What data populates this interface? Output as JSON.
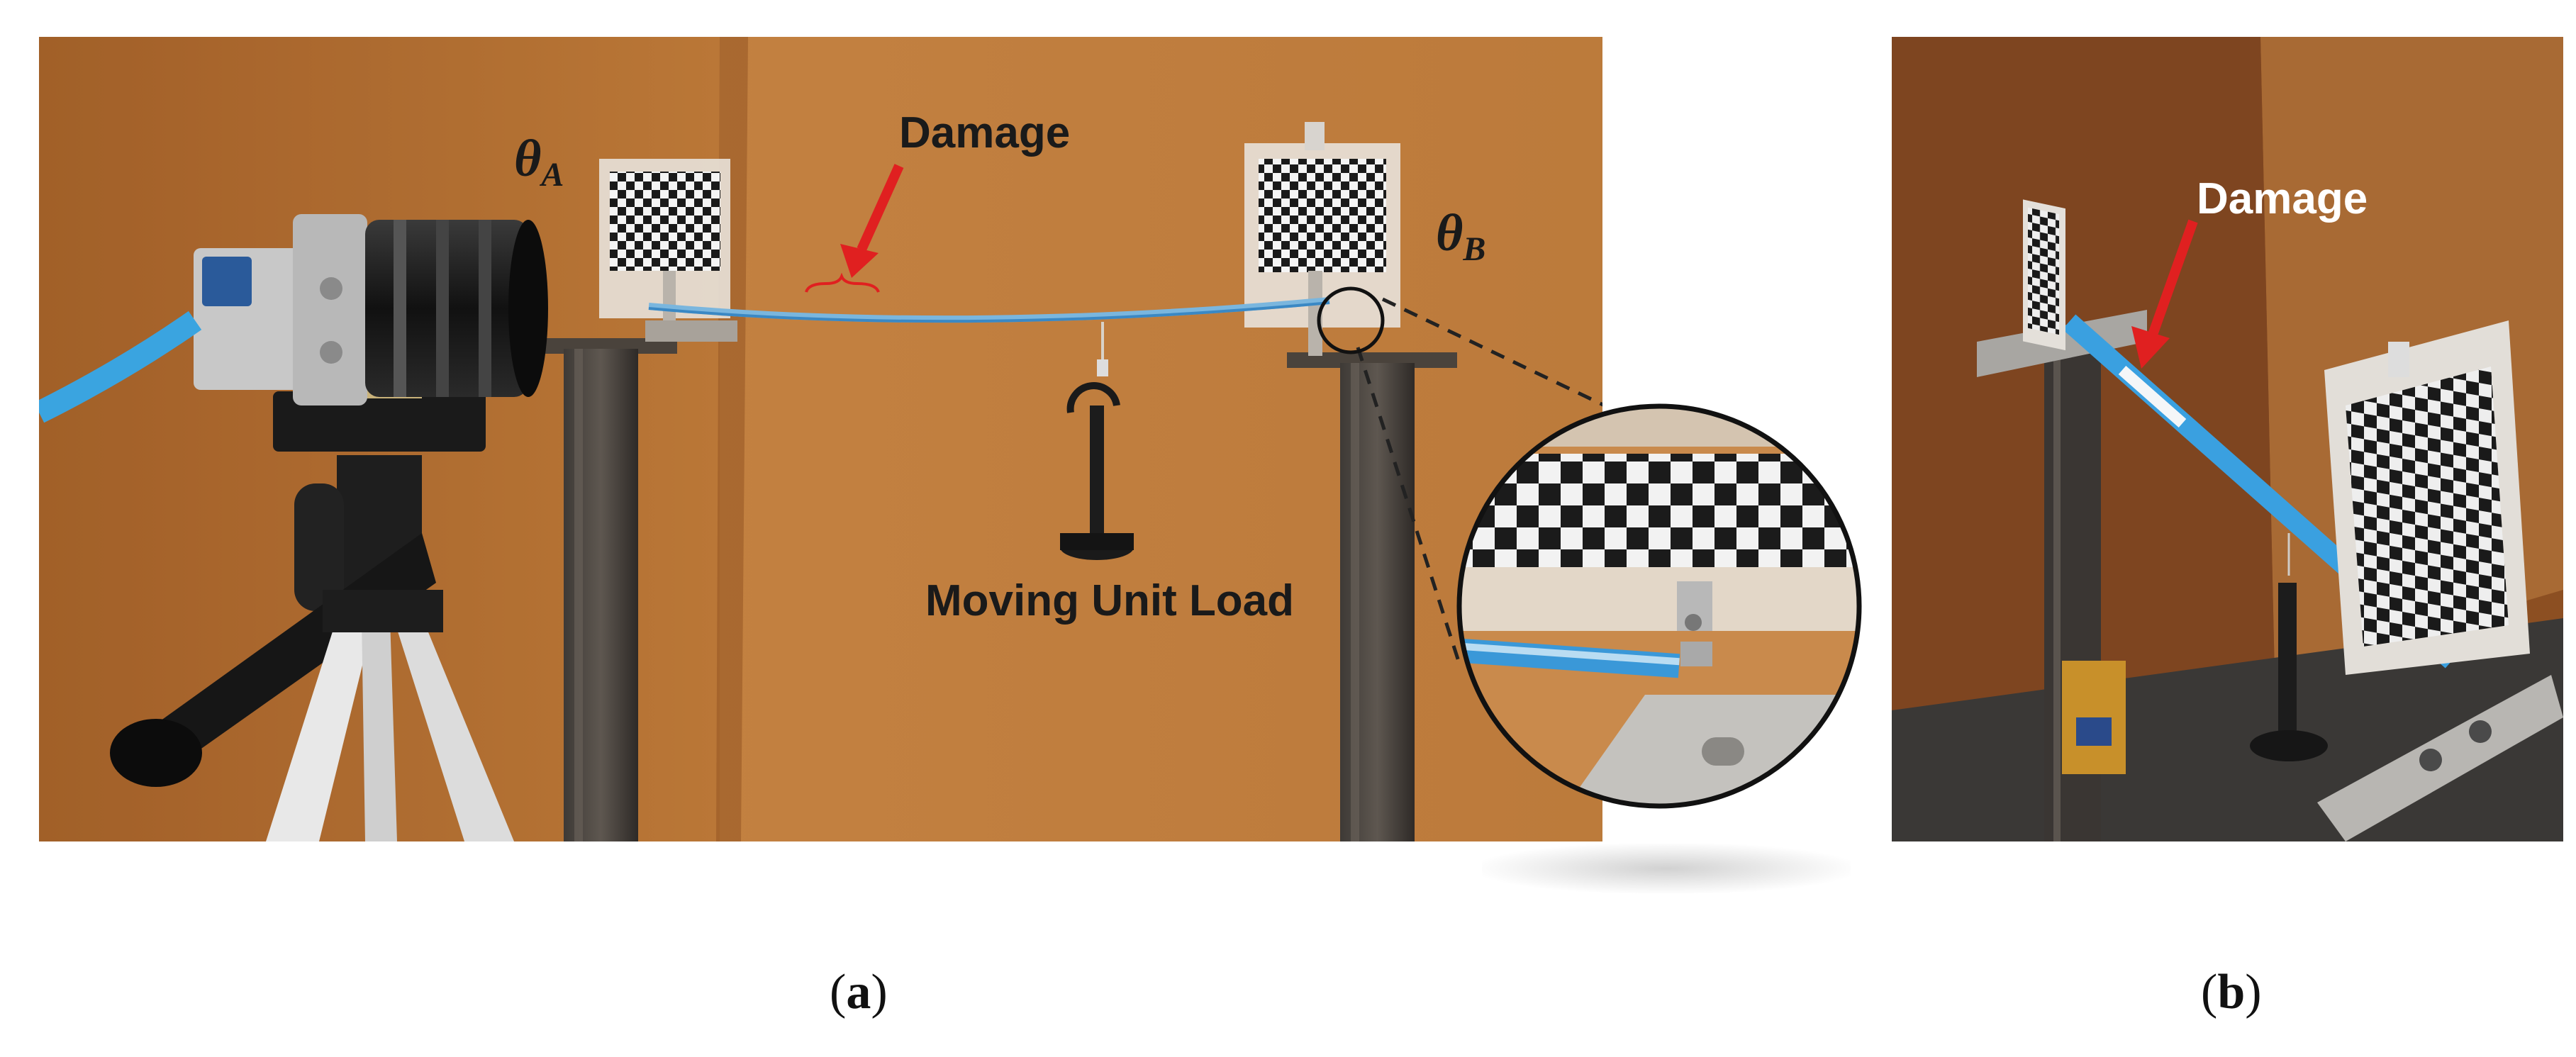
{
  "figure": {
    "panel_a": {
      "caption_open": "(",
      "caption_letter": "a",
      "caption_close": ")",
      "labels": {
        "damage": "Damage",
        "load": "Moving Unit Load",
        "theta_a_sym": "θ",
        "theta_a_sub": "A",
        "theta_b_sym": "θ",
        "theta_b_sub": "B"
      }
    },
    "panel_b": {
      "caption_open": "(",
      "caption_letter": "b",
      "caption_close": ")",
      "labels": {
        "damage": "Damage"
      }
    }
  },
  "colors": {
    "arrow": "#e02020",
    "beam": "#3a9ad9",
    "cardboard": "#c07a36"
  }
}
